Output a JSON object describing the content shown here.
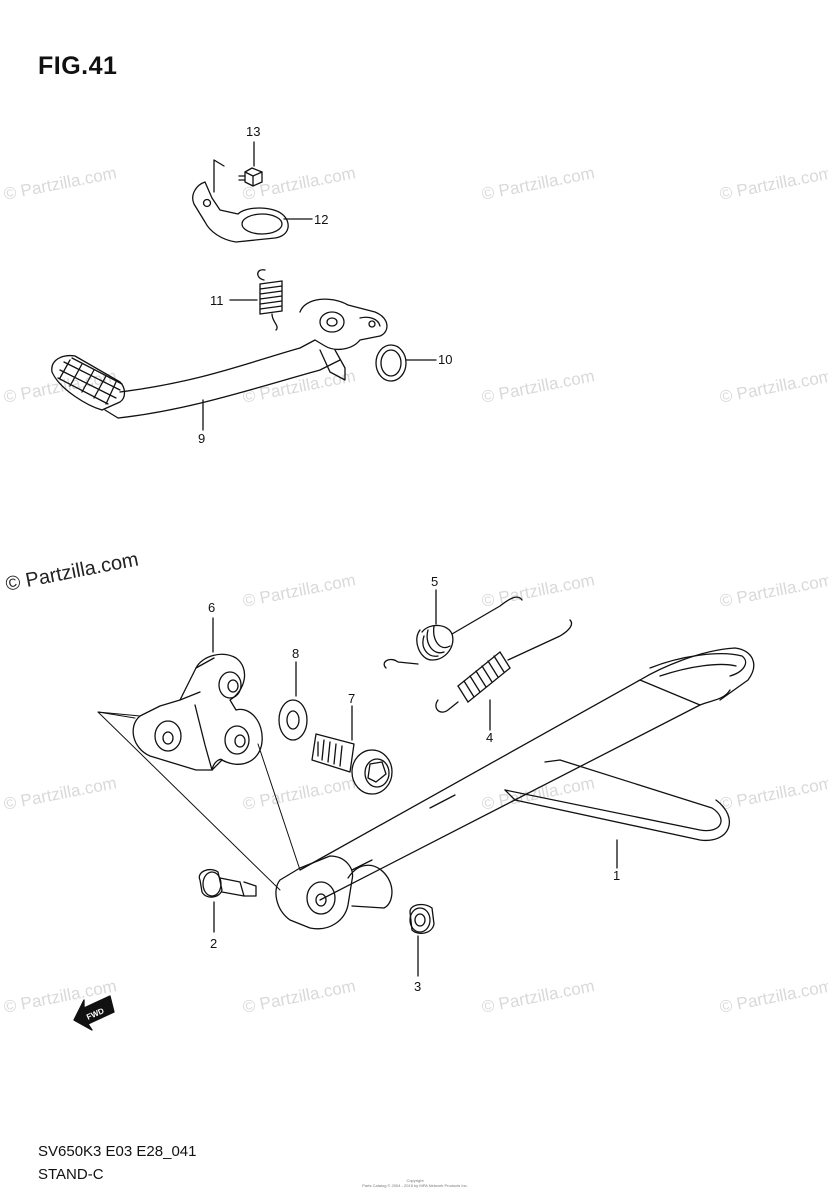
{
  "figure": {
    "title": "FIG.41",
    "code": "SV650K3 E03 E28_041",
    "subtitle": "STAND-C"
  },
  "watermark": {
    "text": "© Partzilla.com",
    "highlight_text": "© Partzilla.com"
  },
  "copyright": {
    "line1": "Copyright",
    "line2": "Parts Catalog © 2004 - 2015 by MPA Network Products Inc."
  },
  "callouts": {
    "p1": "1",
    "p2": "2",
    "p3": "3",
    "p4": "4",
    "p5": "5",
    "p6": "6",
    "p7": "7",
    "p8": "8",
    "p9": "9",
    "p10": "10",
    "p11": "11",
    "p12": "12",
    "p13": "13"
  },
  "fwd_label": "FWD",
  "parts": [
    {
      "number": "1",
      "icon": "side-stand-icon"
    },
    {
      "number": "2",
      "icon": "stand-bolt-icon"
    },
    {
      "number": "3",
      "icon": "nut-icon"
    },
    {
      "number": "4",
      "icon": "stand-spring-outer-icon"
    },
    {
      "number": "5",
      "icon": "stand-spring-inner-icon"
    },
    {
      "number": "6",
      "icon": "stand-bracket-icon"
    },
    {
      "number": "7",
      "icon": "bracket-bolt-icon"
    },
    {
      "number": "8",
      "icon": "washer-icon"
    },
    {
      "number": "9",
      "icon": "brake-pedal-icon"
    },
    {
      "number": "10",
      "icon": "o-ring-icon"
    },
    {
      "number": "11",
      "icon": "pedal-spring-icon"
    },
    {
      "number": "12",
      "icon": "plate-icon"
    },
    {
      "number": "13",
      "icon": "screw-icon"
    }
  ]
}
